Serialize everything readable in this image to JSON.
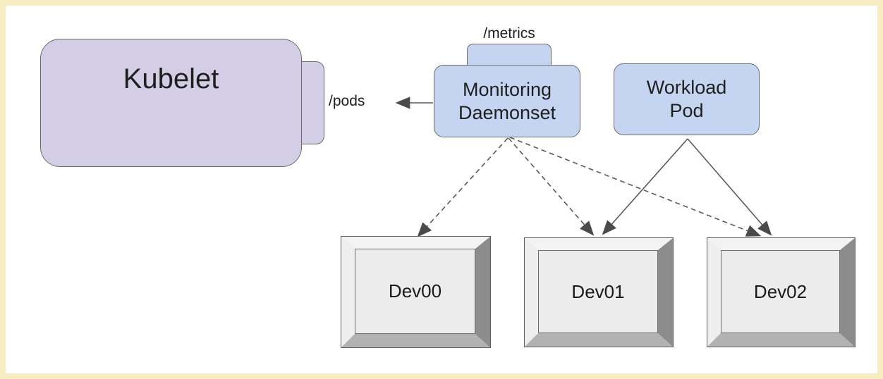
{
  "diagram": {
    "nodes": {
      "kubelet": {
        "label": "Kubelet"
      },
      "monitoring_daemonset": {
        "label_line1": "Monitoring",
        "label_line2": "Daemonset"
      },
      "workload_pod": {
        "label_line1": "Workload",
        "label_line2": "Pod"
      },
      "dev00": {
        "label": "Dev00"
      },
      "dev01": {
        "label": "Dev01"
      },
      "dev02": {
        "label": "Dev02"
      }
    },
    "endpoints": {
      "metrics": "/metrics",
      "pods": "/pods"
    },
    "edges": [
      {
        "from": "monitoring_daemonset",
        "to": "kubelet",
        "style": "solid",
        "label": "/pods"
      },
      {
        "from": "monitoring_daemonset",
        "to": "dev00",
        "style": "dashed"
      },
      {
        "from": "monitoring_daemonset",
        "to": "dev01",
        "style": "dashed"
      },
      {
        "from": "monitoring_daemonset",
        "to": "dev02",
        "style": "dashed"
      },
      {
        "from": "workload_pod",
        "to": "dev01",
        "style": "solid"
      },
      {
        "from": "workload_pod",
        "to": "dev02",
        "style": "solid"
      }
    ],
    "colors": {
      "frame_border": "#f8ecc3",
      "background": "#ffffff",
      "kubelet_fill": "#d4cde6",
      "pod_fill": "#c5d4f0",
      "node_border": "#6b6b6b",
      "edge_stroke": "#595959",
      "arrowhead_fill": "#4a4a4a",
      "device_face": "#ececec",
      "device_bevel_light": "#f3f3f3",
      "device_bevel_dark": "#8c8c8c",
      "device_bevel_bottom": "#b2b2b2",
      "text": "#1f1f1f"
    }
  }
}
